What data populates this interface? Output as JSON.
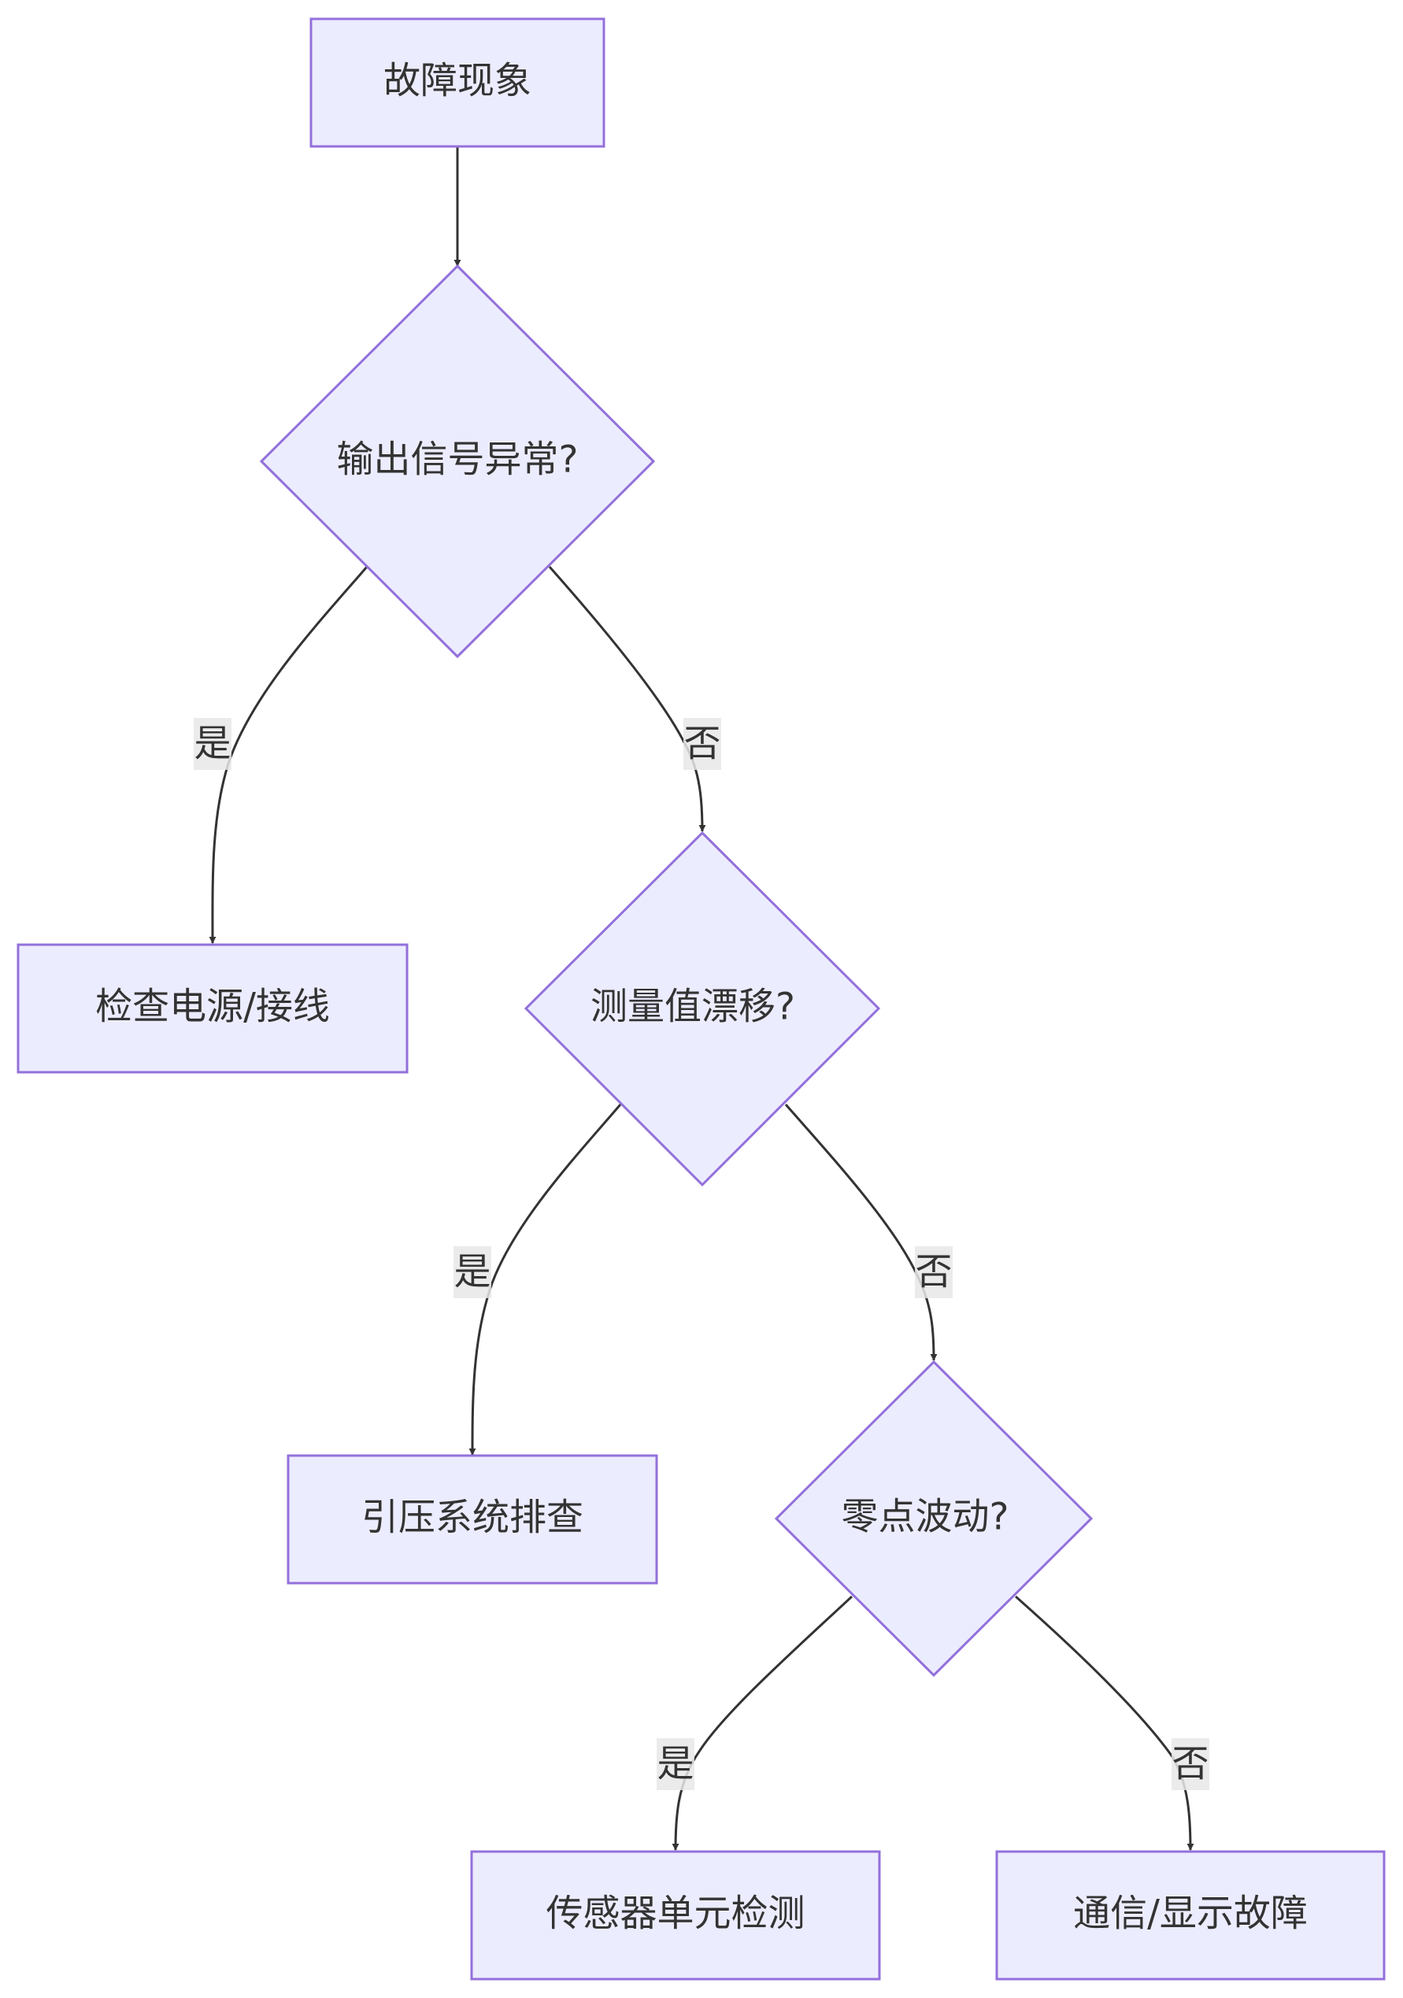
{
  "diagram": {
    "colors": {
      "node_fill": "#ECECFF",
      "node_stroke": "#9370DB",
      "edge": "#333333",
      "text": "#333333",
      "label_bg": "#e8e8e8"
    },
    "nodes": [
      {
        "id": "fault",
        "label": "故障现象",
        "shape": "rect"
      },
      {
        "id": "q_output",
        "label": "输出信号异常?",
        "shape": "diamond"
      },
      {
        "id": "check_power",
        "label": "检查电源/接线",
        "shape": "rect"
      },
      {
        "id": "q_drift",
        "label": "测量值漂移?",
        "shape": "diamond"
      },
      {
        "id": "impulse",
        "label": "引压系统排查",
        "shape": "rect"
      },
      {
        "id": "q_zero",
        "label": "零点波动?",
        "shape": "diamond"
      },
      {
        "id": "sensor",
        "label": "传感器单元检测",
        "shape": "rect"
      },
      {
        "id": "comm",
        "label": "通信/显示故障",
        "shape": "rect"
      }
    ],
    "edges": [
      {
        "from": "fault",
        "to": "q_output",
        "label": ""
      },
      {
        "from": "q_output",
        "to": "check_power",
        "label": "是"
      },
      {
        "from": "q_output",
        "to": "q_drift",
        "label": "否"
      },
      {
        "from": "q_drift",
        "to": "impulse",
        "label": "是"
      },
      {
        "from": "q_drift",
        "to": "q_zero",
        "label": "否"
      },
      {
        "from": "q_zero",
        "to": "sensor",
        "label": "是"
      },
      {
        "from": "q_zero",
        "to": "comm",
        "label": "否"
      }
    ]
  }
}
